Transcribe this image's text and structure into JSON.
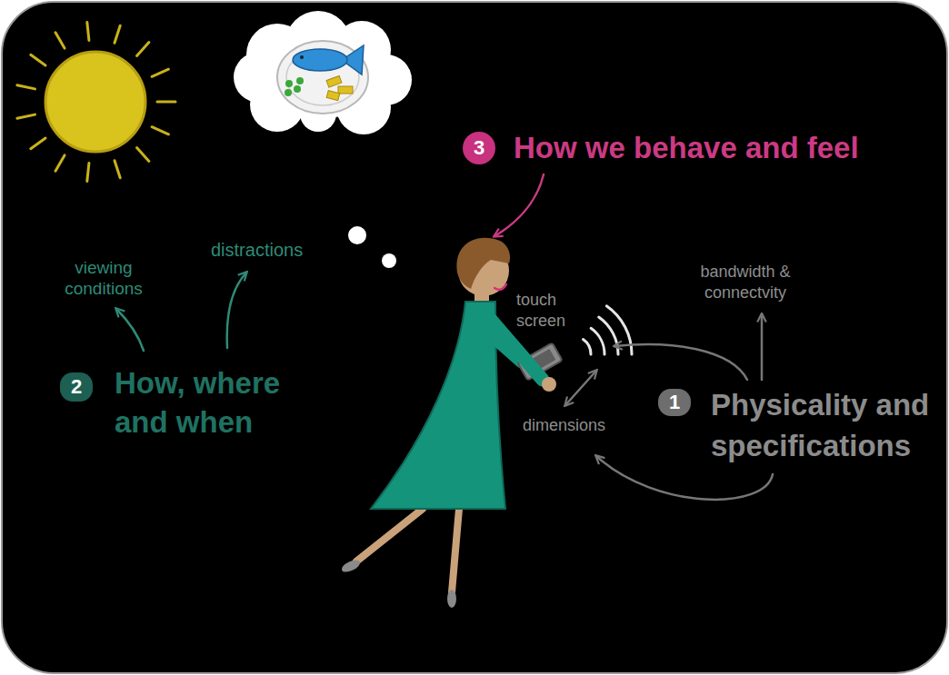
{
  "diagram": {
    "nodes": [
      {
        "text": [
          "3",
          "How we behave and feel"
        ]
      },
      {
        "text": [
          "2",
          "How, where and when"
        ]
      },
      {
        "text": [
          "1",
          "Physicality and specifications"
        ]
      }
    ],
    "labels": [
      "distractions",
      "viewing conditions",
      "bandwidth & connectvity",
      "touch screen",
      "dimensions"
    ]
  }
}
